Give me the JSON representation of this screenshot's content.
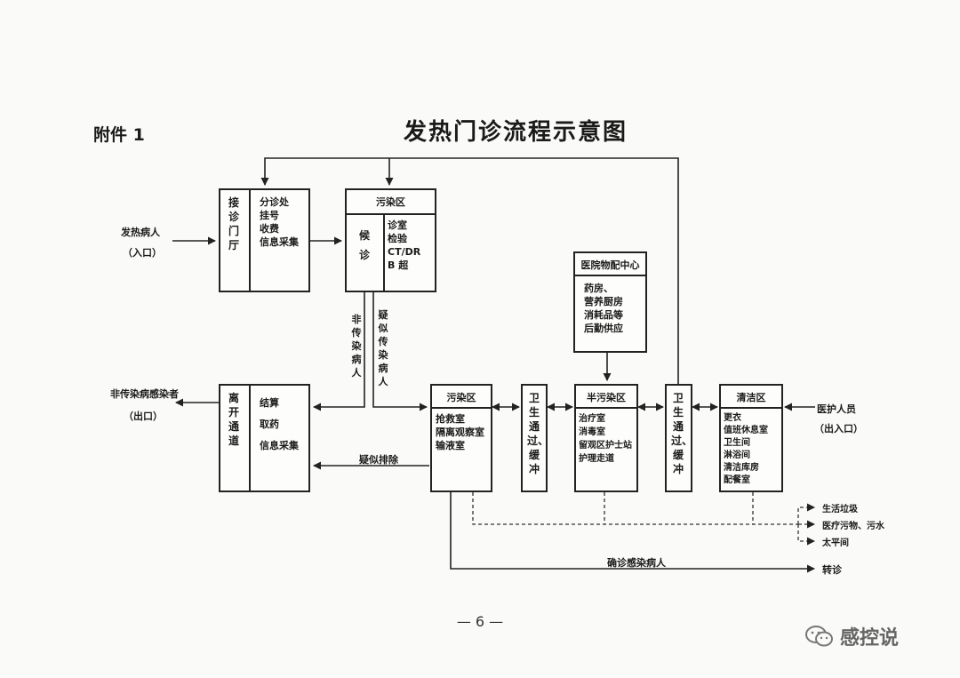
{
  "attachment": "附件 1",
  "title": "发热门诊流程示意图",
  "page_number": "— 6 —",
  "watermark": "感控说",
  "watermark_icon": "wechat-icon",
  "entrance": {
    "label": "发热病人",
    "sub": "（入口）"
  },
  "exit": {
    "label": "非传染病感染者",
    "sub": "（出口）"
  },
  "staff": {
    "label": "医护人员",
    "sub": "（出入口）"
  },
  "reception": {
    "vertical": "接诊门厅",
    "items": [
      "分诊处",
      "挂号",
      "收费",
      "信息采集"
    ]
  },
  "polluted_top": {
    "header": "污染区",
    "vertical": "候诊",
    "items": [
      "诊室",
      "检验",
      "CT/DR",
      "B 超"
    ]
  },
  "leave": {
    "vertical": "离开通道",
    "items": [
      "结算",
      "取药",
      "信息采集"
    ]
  },
  "polluted_mid": {
    "header": "污染区",
    "items": [
      "抢救室",
      "隔离观察室",
      "输液室"
    ]
  },
  "buffer1": {
    "vertical": "卫生通过、缓冲"
  },
  "semi": {
    "header": "半污染区",
    "items": [
      "治疗室",
      "消毒室",
      "留观区护士站",
      "护理走道"
    ]
  },
  "buffer2": {
    "vertical": "卫生通过、缓冲"
  },
  "clean": {
    "header": "清洁区",
    "items": [
      "更衣",
      "值班休息室",
      "卫生间",
      "淋浴间",
      "清洁库房",
      "配餐室"
    ]
  },
  "supply": {
    "header": "医院物配中心",
    "items": [
      "药房、",
      "营养厨房",
      "消耗品等",
      "后勤供应"
    ]
  },
  "labels": {
    "non_infectious": "非传染病人",
    "suspected": "疑似传染病人",
    "suspect_excluded": "疑似排除",
    "confirmed": "确诊感染病人",
    "transfer": "转诊"
  },
  "waste": [
    "生活垃圾",
    "医疗污物、污水",
    "太平间"
  ]
}
